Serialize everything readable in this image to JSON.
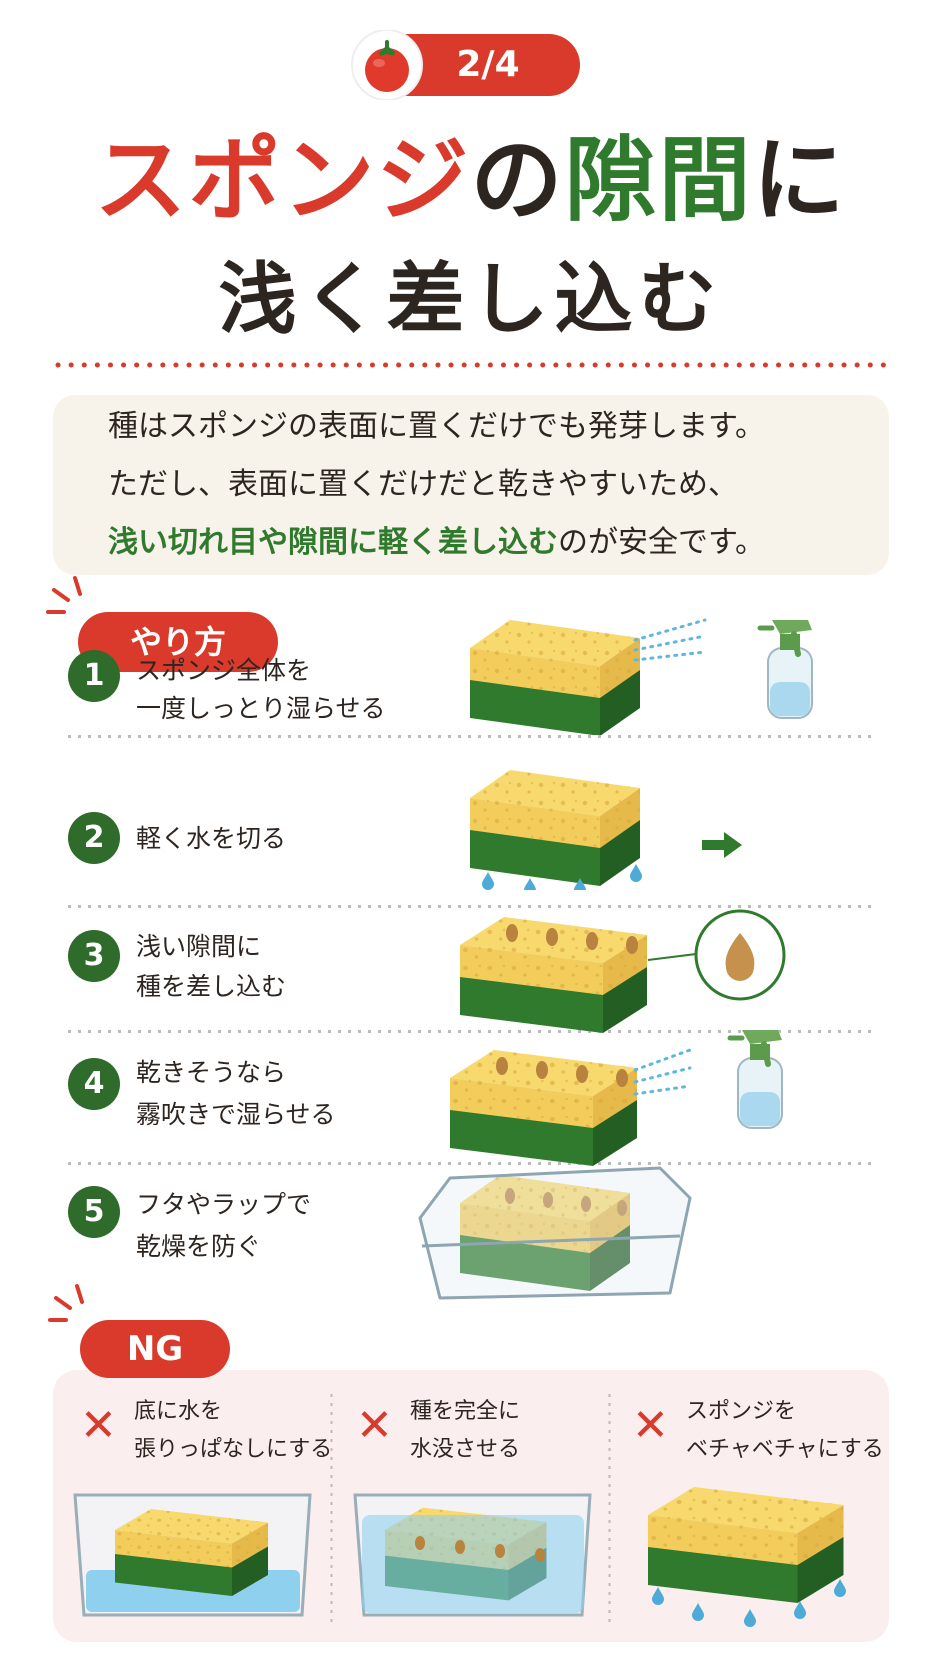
{
  "header": {
    "page_indicator": "2/4",
    "title_line1_part1": "スポンジ",
    "title_line1_part2": "の",
    "title_line1_part3": "隙間",
    "title_line1_part4": "に",
    "title_line2": "浅く差し込む"
  },
  "intro": {
    "line1": "種はスポンジの表面に置くだけでも発芽します。",
    "line2": "ただし、表面に置くだけだと乾きやすいため、",
    "line3_highlight": "浅い切れ目や隙間に軽く差し込む",
    "line3_rest": "のが安全です。"
  },
  "howto": {
    "label": "やり方",
    "steps": [
      {
        "num": "1",
        "line1": "スポンジ全体を",
        "line2": "一度しっとり湿らせる"
      },
      {
        "num": "2",
        "line1": "軽く水を切る",
        "line2": ""
      },
      {
        "num": "3",
        "line1": "浅い隙間に",
        "line2": "種を差し込む"
      },
      {
        "num": "4",
        "line1": "乾きそうなら",
        "line2": "霧吹きで湿らせる"
      },
      {
        "num": "5",
        "line1": "フタやラップで",
        "line2": "乾燥を防ぐ"
      }
    ]
  },
  "ng": {
    "label": "NG",
    "cross": "✕",
    "items": [
      {
        "line1": "底に水を",
        "line2": "張りっぱなしにする"
      },
      {
        "line1": "種を完全に",
        "line2": "水没させる"
      },
      {
        "line1": "スポンジを",
        "line2": "ベチャベチャにする"
      }
    ]
  },
  "colors": {
    "accent_red": "#d93a2b",
    "accent_green": "#2f7a2c",
    "sponge_yellow": "#f2cd5c",
    "scrub_green": "#2f7a2c",
    "water_blue": "#8fd0ee"
  },
  "icons": [
    "tomato-icon",
    "spray-bottle-icon",
    "arrow-right-icon",
    "seed-icon",
    "water-drop-icon",
    "cross-icon"
  ]
}
